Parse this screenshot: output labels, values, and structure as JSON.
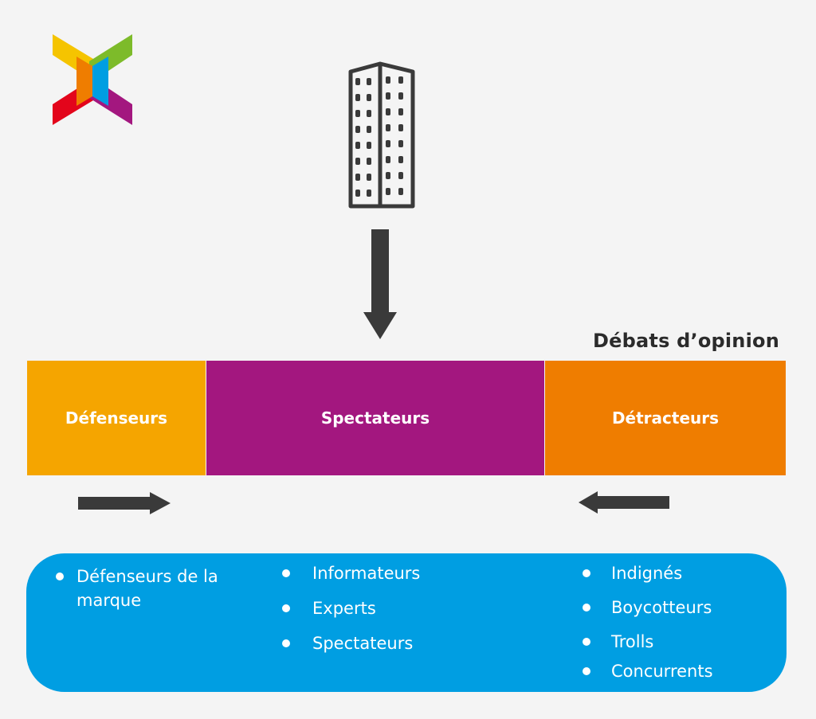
{
  "heading": "Débats d’opinion",
  "segments": [
    {
      "label": "Défenseurs",
      "color": "#f5a500"
    },
    {
      "label": "Spectateurs",
      "color": "#a3177f"
    },
    {
      "label": "Détracteurs",
      "color": "#ef7d00"
    }
  ],
  "panel": {
    "color": "#009ee2",
    "col1": [
      "Défenseurs de la marque"
    ],
    "col2": [
      "Informateurs",
      "Experts",
      "Spectateurs"
    ],
    "col3": [
      "Indignés",
      "Boycotteurs",
      "Trolls",
      "Concurrents"
    ]
  },
  "icons": {
    "logo": "x-logo-icon",
    "building": "building-icon",
    "down_arrow": "arrow-down-icon",
    "right_arrow": "arrow-right-icon",
    "left_arrow": "arrow-left-icon"
  },
  "logo_colors": [
    "#f5c400",
    "#7dbb2a",
    "#e3051b",
    "#a3177f",
    "#ef7d00",
    "#009ee2"
  ],
  "arrow_color": "#3a3a3a"
}
